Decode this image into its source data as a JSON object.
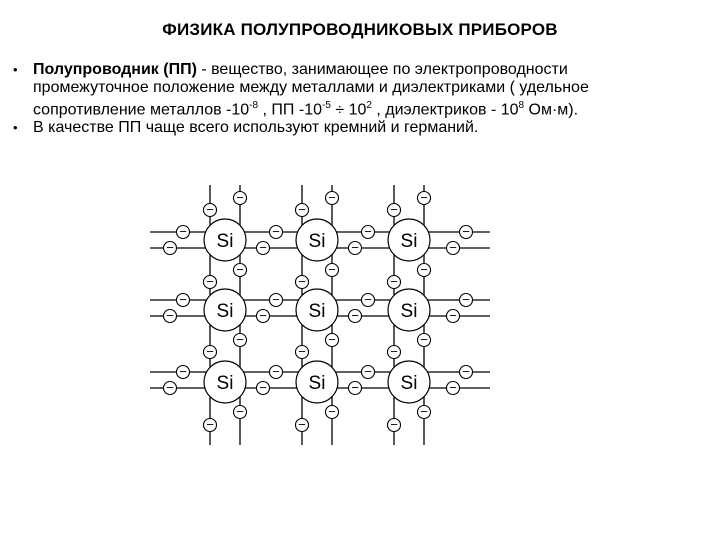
{
  "slide": {
    "title": "ФИЗИКА ПОЛУПРОВОДНИКОВЫХ ПРИБОРОВ",
    "bullets": [
      {
        "lead": "Полупроводник (ПП)",
        "line1": " - вещество, занимающее по электропроводности",
        "line2": "промежуточное положение между металлами и диэлектриками ( удельное",
        "line3a": "сопротивление металлов -10",
        "exp1": "-8",
        "line3b": " ,  ПП -10",
        "exp2": "-5",
        "line3c": " ÷ 10",
        "exp3": "2",
        "line3d": " , диэлектриков - 10",
        "exp4": "8",
        "line3e": " Ом·м)."
      },
      {
        "text": "В качестве ПП чаще всего используют кремний и германий."
      }
    ],
    "bullet_symbol": "•"
  },
  "lattice": {
    "atom_label": "Si",
    "electron_symbol": "−",
    "rows": 3,
    "cols": 3
  }
}
